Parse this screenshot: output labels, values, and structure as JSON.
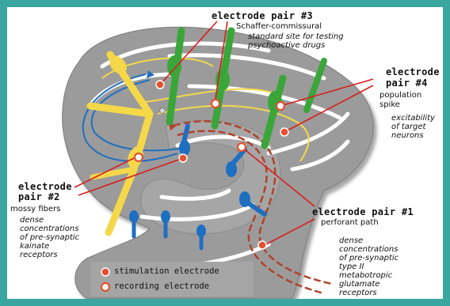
{
  "labels": {
    "pair3": {
      "title": "electrode pair #3",
      "sub": "Schaffer-commissural",
      "desc_1": "standard site for testing",
      "desc_2": "psychoactive drugs"
    },
    "pair4": {
      "title_1": "electrode",
      "title_2": "pair #4",
      "sub_1": "population",
      "sub_2": "spike",
      "desc_1": "excitability",
      "desc_2": "of target",
      "desc_3": "neurons"
    },
    "pair2": {
      "title_1": "electrode",
      "title_2": "pair #2",
      "sub": "mossy fibers",
      "desc_1": "dense",
      "desc_2": "concentrations",
      "desc_3": "of pre-synaptic",
      "desc_4": "kainate",
      "desc_5": "receptors"
    },
    "pair1": {
      "title": "electrode pair #1",
      "sub": "perforant path",
      "desc_1": "dense",
      "desc_2": "concentrations",
      "desc_3": "of pre-synaptic",
      "desc_4": "type II",
      "desc_5": "metabotropic",
      "desc_6": "glutamate",
      "desc_7": "receptors"
    }
  },
  "legend": {
    "stimulation": "stimulation electrode",
    "recording": "recording electrode"
  },
  "colors": {
    "frame": "#3aa6a0",
    "tissue": "#9b9b9b",
    "tissue_light": "#bdbdbd",
    "yellow_neuron": "#f5d84a",
    "green_neuron": "#3aa63a",
    "blue_neuron": "#1f6fc0",
    "perforant_path": "#b0432c",
    "marker": "#e4502e",
    "leader": "#d81e1e"
  }
}
